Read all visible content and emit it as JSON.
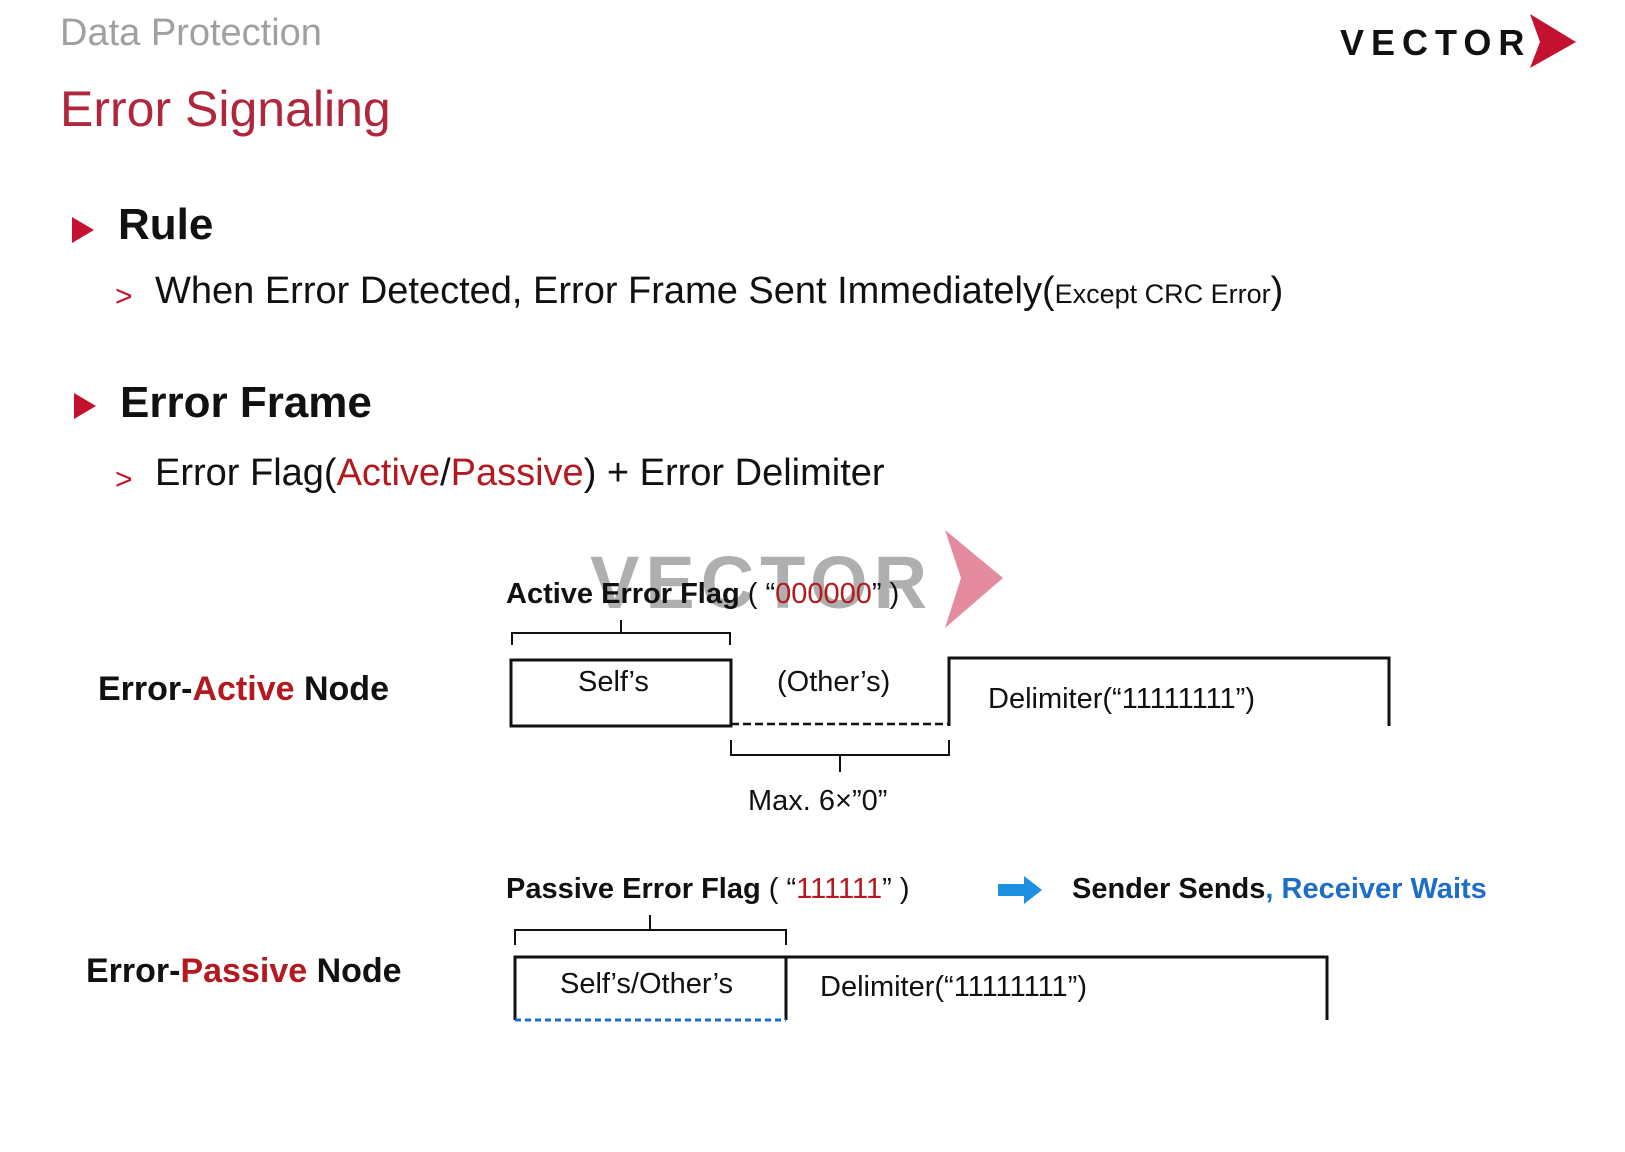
{
  "header": {
    "section": "Data Protection",
    "title": "Error Signaling",
    "logo_text": "VECTOR"
  },
  "rule": {
    "heading": "Rule",
    "marker": ">",
    "text_main": "When Error Detected, Error Frame Sent Immediately(",
    "text_small": "Except CRC Error",
    "text_end": ")"
  },
  "error_frame": {
    "heading": "Error Frame",
    "marker": ">",
    "part1": "Error Flag(",
    "active": "Active",
    "slash": "/",
    "passive": "Passive",
    "part2": ") + Error Delimiter"
  },
  "diagram": {
    "active_node": {
      "prefix": "Error-",
      "highlight": "Active",
      "suffix": " Node"
    },
    "active_flag": {
      "label": "Active Error Flag",
      "open": " ( “",
      "value": "000000",
      "close": "” )"
    },
    "self_box": "Self’s",
    "others_box": "(Other’s)",
    "delimiter_active": "Delimiter(“11111111”)",
    "max_label": "Max. 6×”0”",
    "passive_flag": {
      "label": "Passive Error Flag",
      "open": " ( “",
      "value": "111111",
      "close": "” )"
    },
    "result": {
      "sender": "Sender Sends",
      "comma": ", ",
      "receiver": "Receiver Waits"
    },
    "passive_node": {
      "prefix": "Error-",
      "highlight": "Passive",
      "suffix": " Node"
    },
    "self_others_box": "Self’s/Other’s",
    "delimiter_passive": "Delimiter(“11111111”)"
  },
  "watermark": "VECTOR",
  "colors": {
    "accent": "#b0263c",
    "red_text": "#b3191f",
    "blue_text": "#1e6ec8",
    "arrow": "#1e90e0"
  }
}
